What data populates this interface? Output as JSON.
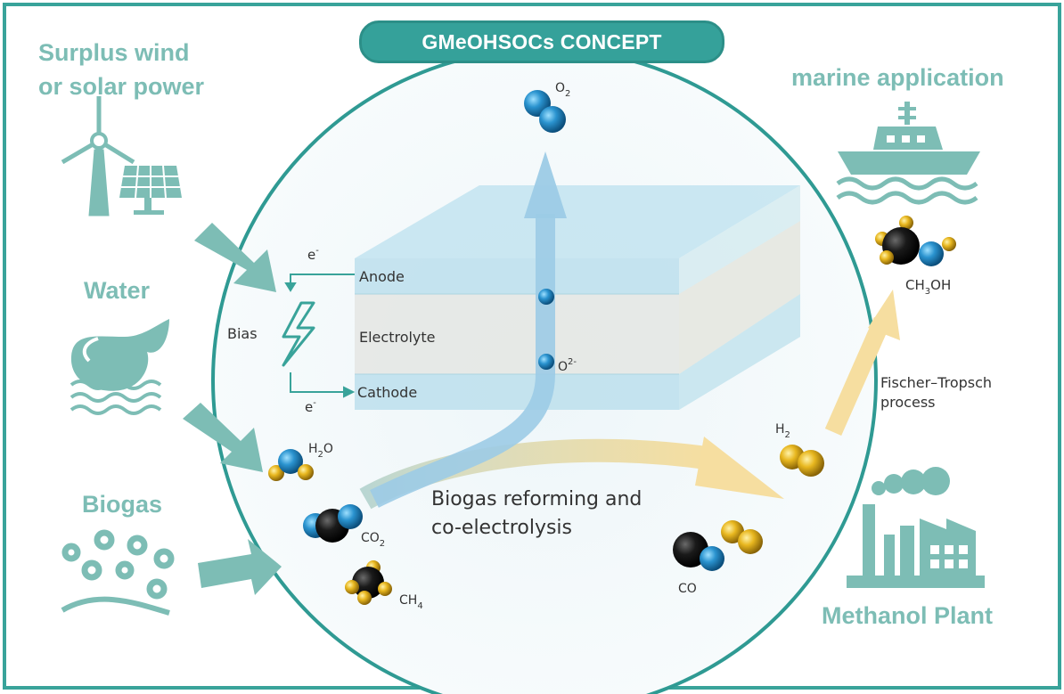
{
  "title": "GMeOHSOCs CONCEPT",
  "inputs": {
    "power": "Surplus wind\nor solar power",
    "water": "Water",
    "biogas": "Biogas"
  },
  "outputs": {
    "marine": "marine application",
    "plant": "Methanol Plant"
  },
  "cell": {
    "anode": "Anode",
    "electrolyte": "Electrolyte",
    "cathode": "Cathode",
    "bias": "Bias",
    "electron_top": "e",
    "electron_bottom": "e",
    "electron_charge": "-",
    "oxide_ion": "O",
    "oxide_charge": "2-"
  },
  "molecules": {
    "o2": {
      "base": "O",
      "sub": "2"
    },
    "h2o": {
      "h": "H",
      "sub": "2",
      "o": "O"
    },
    "co2": {
      "base": "CO",
      "sub": "2"
    },
    "ch4": {
      "base": "CH",
      "sub": "4"
    },
    "co": "CO",
    "h2": {
      "base": "H",
      "sub": "2"
    },
    "ch3oh": {
      "a": "CH",
      "sub": "3",
      "b": "OH"
    }
  },
  "process": {
    "reforming": "Biogas reforming and\nco-electrolysis",
    "fischer": "Fischer–Tropsch\nprocess"
  },
  "colors": {
    "teal": "#39a39a",
    "teal_light": "#7dbdb5",
    "arrow_blue": "#9ccbe6",
    "arrow_yellow": "#f6dea0",
    "atom_blue": "#2a93cf",
    "atom_gold": "#e8b71f",
    "atom_black": "#1a1a1a"
  }
}
